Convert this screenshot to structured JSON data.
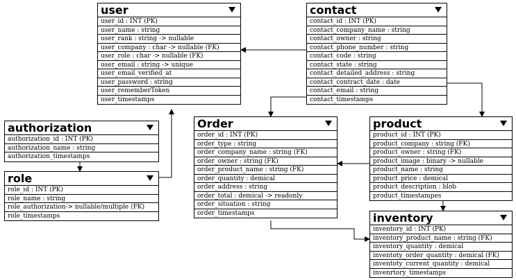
{
  "entities": {
    "user": {
      "name": "user",
      "fields": [
        "user_id : INT (PK)",
        "user_name : string",
        "user_rank : string -> nullable",
        "user_company : char -> nullable (FK)",
        "user_role : char -> nullable (FK)",
        "user_email : string -> unique",
        "user_email_verified_at",
        "user_password : string",
        "user_rememberToken",
        "user_timestamps"
      ]
    },
    "contact": {
      "name": "contact",
      "fields": [
        "contact_id : INT (PK)",
        "contact_company_name : string",
        "contact_owner : string",
        "contact_phone_number : string",
        "contact_code : string",
        "contact_state : string",
        "contact_detailed_address : string",
        "contact_contract_date : date",
        "contact_email : string",
        "contact_timestamps"
      ]
    },
    "authorization": {
      "name": "authorization",
      "fields": [
        "authorization_id : INT (PK)",
        "authorization_name : string",
        "authorization_timestamps"
      ]
    },
    "role": {
      "name": "role",
      "fields": [
        "role_id : INT (PK)",
        "role_name : string",
        "role_authorization-> nullable/multiple (FK)",
        "role_timestamps"
      ]
    },
    "order": {
      "name": "Order",
      "fields": [
        "order_id : INT (PK)",
        "order_type : string",
        "order_company_name : string (FK)",
        "order_owner : string (FK)",
        "order_product_name : string (FK)",
        "order_quantity : demical",
        "order_address : string",
        "order_total : demical -> readonly",
        "order_situation : string",
        "order_timestamps"
      ]
    },
    "product": {
      "name": "product",
      "fields": [
        "product_id : INT (PK)",
        "product_company : string (FK)",
        "product_owner : string (FK)",
        "product_image : binary -> nullable",
        "product_name : string",
        "product_price : demical",
        "product_description : blob",
        "product_timestampes"
      ]
    },
    "inventory": {
      "name": "inventory",
      "fields": [
        "inventory_id : INT (PK)",
        "inventory_product_name : string (FK)",
        "inventory_quantity : demical",
        "inventoty_order_quantity : demical (FK)",
        "inventoty_current_quantity : demical",
        "invenrtory_timestamps"
      ]
    }
  },
  "edges": [
    {
      "from": "contact",
      "to": "user"
    },
    {
      "from": "contact",
      "to": "order"
    },
    {
      "from": "contact",
      "to": "product"
    },
    {
      "from": "authorization",
      "to": "role"
    },
    {
      "from": "role",
      "to": "user"
    },
    {
      "from": "product",
      "to": "order"
    },
    {
      "from": "product",
      "to": "inventory"
    },
    {
      "from": "order",
      "to": "inventory"
    }
  ]
}
